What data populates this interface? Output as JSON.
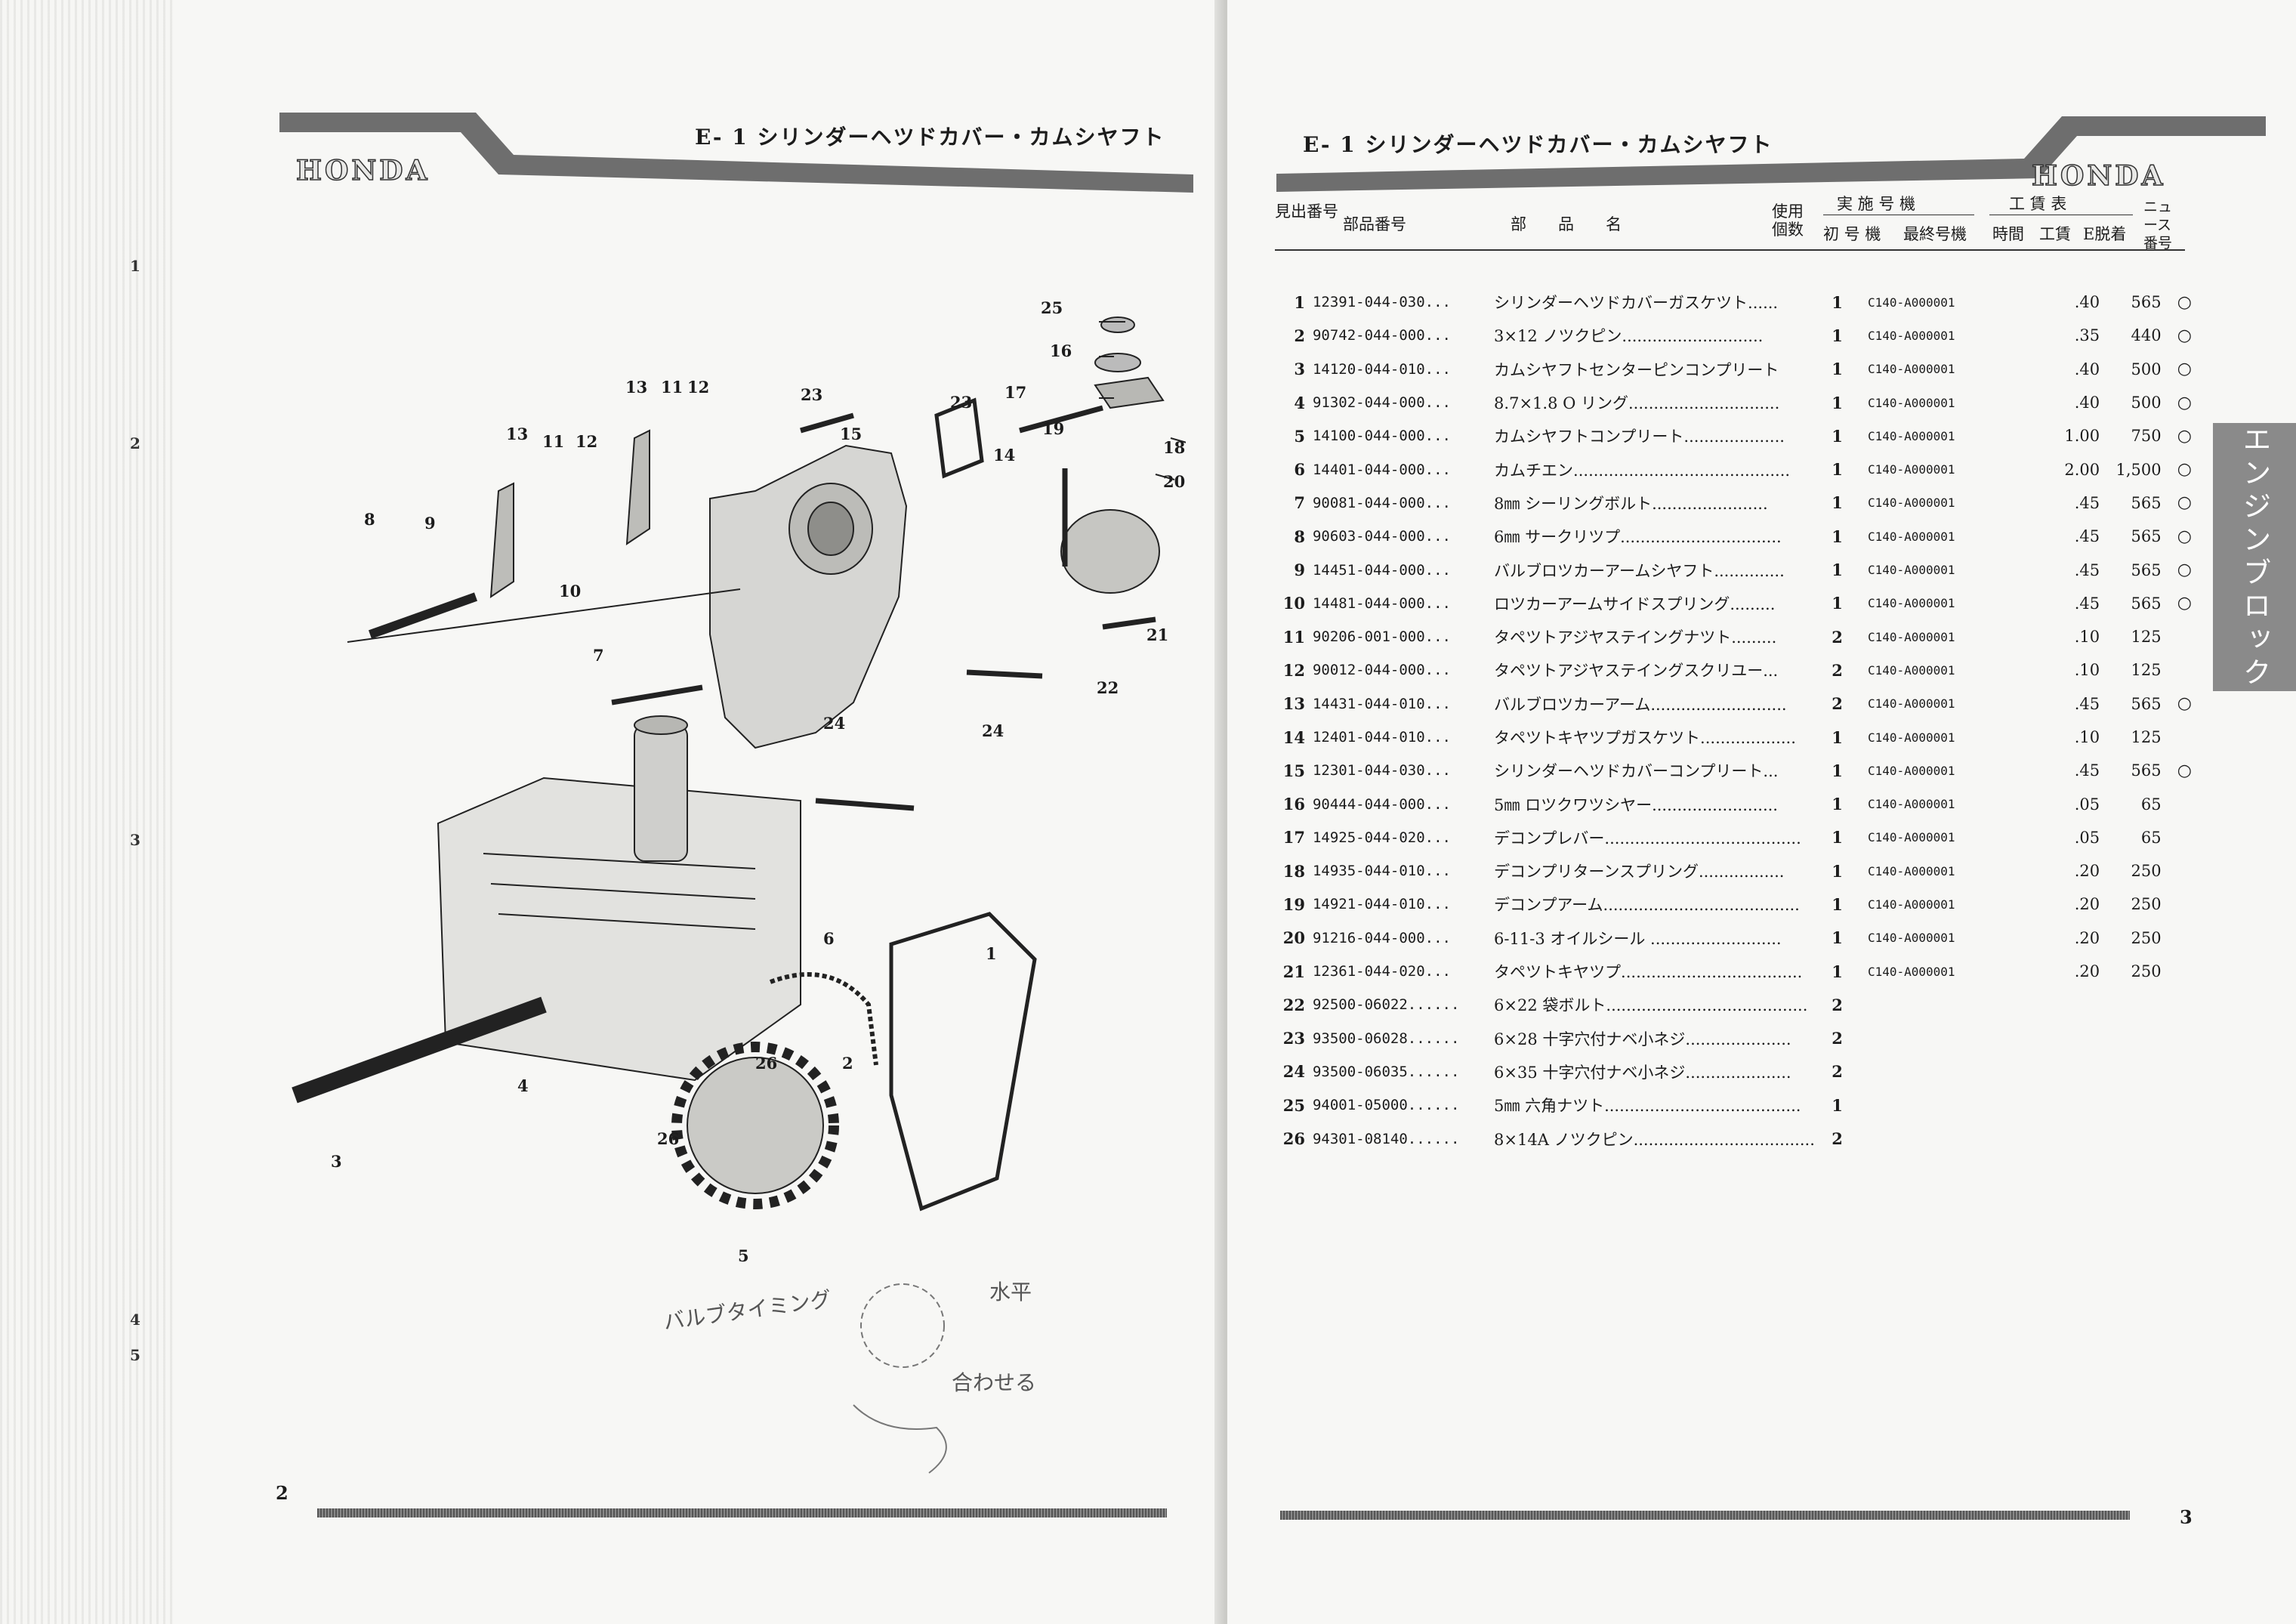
{
  "left_page": {
    "section_title": "E- 1  シリンダーヘツドカバー・カムシヤフト",
    "logo": "HONDA",
    "page_number": "2",
    "margin_numbers": [
      "1",
      "2",
      "3",
      "4",
      "5"
    ],
    "handwriting": [
      "バルブタイミング",
      "水平",
      "合わせる"
    ]
  },
  "right_page": {
    "section_title": "E- 1  シリンダーヘツドカバー・カムシヤフト",
    "logo": "HONDA",
    "page_number": "3",
    "side_tab": "エンジンブロック",
    "columns": {
      "ref": "見出番号",
      "part_no": "部品番号",
      "part_name": "部　　品　　名",
      "qty": "使用個数",
      "serial_group": "実 施 号 機",
      "first_serial": "初 号 機",
      "last_serial": "最終号機",
      "wage_group": "工 賃 表",
      "time": "時間",
      "wage": "工賃",
      "e_detach": "E脱着",
      "news_no": "ニュース番号"
    },
    "parts": [
      {
        "ref": "1",
        "part_no": "12391-044-030...",
        "name": "シリンダーヘツドカバーガスケツト......",
        "qty": "1",
        "first": "C140-A000001",
        "time": ".40",
        "wage": "565",
        "e": "○"
      },
      {
        "ref": "2",
        "part_no": "90742-044-000...",
        "name": "3×12 ノツクピン............................",
        "qty": "1",
        "first": "C140-A000001",
        "time": ".35",
        "wage": "440",
        "e": "○"
      },
      {
        "ref": "3",
        "part_no": "14120-044-010...",
        "name": "カムシヤフトセンターピンコンプリート",
        "qty": "1",
        "first": "C140-A000001",
        "time": ".40",
        "wage": "500",
        "e": "○"
      },
      {
        "ref": "4",
        "part_no": "91302-044-000...",
        "name": "8.7×1.8 O リング..............................",
        "qty": "1",
        "first": "C140-A000001",
        "time": ".40",
        "wage": "500",
        "e": "○"
      },
      {
        "ref": "5",
        "part_no": "14100-044-000...",
        "name": "カムシヤフトコンプリート....................",
        "qty": "1",
        "first": "C140-A000001",
        "time": "1.00",
        "wage": "750",
        "e": "○"
      },
      {
        "ref": "6",
        "part_no": "14401-044-000...",
        "name": "カムチエン...........................................",
        "qty": "1",
        "first": "C140-A000001",
        "time": "2.00",
        "wage": "1,500",
        "e": "○"
      },
      {
        "ref": "7",
        "part_no": "90081-044-000...",
        "name": "8㎜ シーリングボルト.......................",
        "qty": "1",
        "first": "C140-A000001",
        "time": ".45",
        "wage": "565",
        "e": "○"
      },
      {
        "ref": "8",
        "part_no": "90603-044-000...",
        "name": "6㎜ サークリツプ................................",
        "qty": "1",
        "first": "C140-A000001",
        "time": ".45",
        "wage": "565",
        "e": "○"
      },
      {
        "ref": "9",
        "part_no": "14451-044-000...",
        "name": "バルブロツカーアームシヤフト..............",
        "qty": "1",
        "first": "C140-A000001",
        "time": ".45",
        "wage": "565",
        "e": "○"
      },
      {
        "ref": "10",
        "part_no": "14481-044-000...",
        "name": "ロツカーアームサイドスプリング.........",
        "qty": "1",
        "first": "C140-A000001",
        "time": ".45",
        "wage": "565",
        "e": "○"
      },
      {
        "ref": "11",
        "part_no": "90206-001-000...",
        "name": "タペツトアジヤステイングナツト.........",
        "qty": "2",
        "first": "C140-A000001",
        "time": ".10",
        "wage": "125",
        "e": ""
      },
      {
        "ref": "12",
        "part_no": "90012-044-000...",
        "name": "タペツトアジヤステイングスクリユー...",
        "qty": "2",
        "first": "C140-A000001",
        "time": ".10",
        "wage": "125",
        "e": ""
      },
      {
        "ref": "13",
        "part_no": "14431-044-010...",
        "name": "バルブロツカーアーム...........................",
        "qty": "2",
        "first": "C140-A000001",
        "time": ".45",
        "wage": "565",
        "e": "○"
      },
      {
        "ref": "14",
        "part_no": "12401-044-010...",
        "name": "タペツトキヤツプガスケツト...................",
        "qty": "1",
        "first": "C140-A000001",
        "time": ".10",
        "wage": "125",
        "e": ""
      },
      {
        "ref": "15",
        "part_no": "12301-044-030...",
        "name": "シリンダーヘツドカバーコンプリート...",
        "qty": "1",
        "first": "C140-A000001",
        "time": ".45",
        "wage": "565",
        "e": "○"
      },
      {
        "ref": "16",
        "part_no": "90444-044-000...",
        "name": "5㎜ ロツクワツシヤー.........................",
        "qty": "1",
        "first": "C140-A000001",
        "time": ".05",
        "wage": "65",
        "e": ""
      },
      {
        "ref": "17",
        "part_no": "14925-044-020...",
        "name": "デコンプレバー.......................................",
        "qty": "1",
        "first": "C140-A000001",
        "time": ".05",
        "wage": "65",
        "e": ""
      },
      {
        "ref": "18",
        "part_no": "14935-044-010...",
        "name": "デコンプリターンスプリング.................",
        "qty": "1",
        "first": "C140-A000001",
        "time": ".20",
        "wage": "250",
        "e": ""
      },
      {
        "ref": "19",
        "part_no": "14921-044-010...",
        "name": "デコンプアーム.......................................",
        "qty": "1",
        "first": "C140-A000001",
        "time": ".20",
        "wage": "250",
        "e": ""
      },
      {
        "ref": "20",
        "part_no": "91216-044-000...",
        "name": "6-11-3 オイルシール ..........................",
        "qty": "1",
        "first": "C140-A000001",
        "time": ".20",
        "wage": "250",
        "e": ""
      },
      {
        "ref": "21",
        "part_no": "12361-044-020...",
        "name": "タペツトキヤツプ....................................",
        "qty": "1",
        "first": "C140-A000001",
        "time": ".20",
        "wage": "250",
        "e": ""
      },
      {
        "ref": "22",
        "part_no": "92500-06022......",
        "name": "6×22 袋ボルト........................................",
        "qty": "2",
        "first": "",
        "time": "",
        "wage": "",
        "e": ""
      },
      {
        "ref": "23",
        "part_no": "93500-06028......",
        "name": "6×28 十字穴付ナベ小ネジ.....................",
        "qty": "2",
        "first": "",
        "time": "",
        "wage": "",
        "e": ""
      },
      {
        "ref": "24",
        "part_no": "93500-06035......",
        "name": "6×35 十字穴付ナベ小ネジ.....................",
        "qty": "2",
        "first": "",
        "time": "",
        "wage": "",
        "e": ""
      },
      {
        "ref": "25",
        "part_no": "94001-05000......",
        "name": "5㎜ 六角ナツト.......................................",
        "qty": "1",
        "first": "",
        "time": "",
        "wage": "",
        "e": ""
      },
      {
        "ref": "26",
        "part_no": "94301-08140......",
        "name": "8×14A ノツクピン....................................",
        "qty": "2",
        "first": "",
        "time": "",
        "wage": "",
        "e": ""
      }
    ]
  },
  "diagram": {
    "callouts": [
      "1",
      "2",
      "3",
      "4",
      "5",
      "6",
      "7",
      "8",
      "9",
      "10",
      "11",
      "12",
      "13",
      "11",
      "12",
      "13",
      "14",
      "15",
      "16",
      "17",
      "18",
      "19",
      "20",
      "21",
      "22",
      "23",
      "23",
      "24",
      "24",
      "25",
      "26",
      "26"
    ]
  }
}
